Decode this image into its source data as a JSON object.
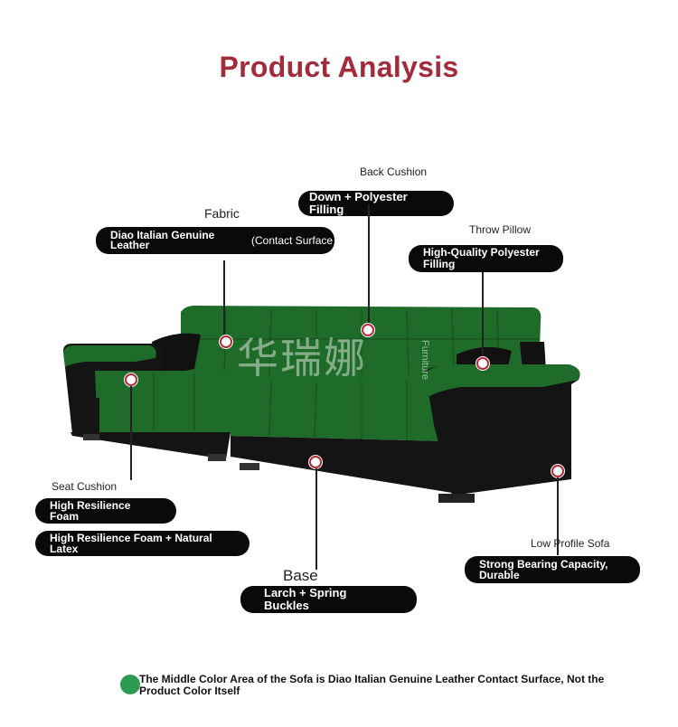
{
  "page": {
    "title": "Product Analysis"
  },
  "brand": {
    "watermark": "华瑞娜",
    "watermark_sub": "Furniture",
    "title_color": "#a32c3c",
    "sofa_color": "#1f6b2a",
    "base_color": "#141414"
  },
  "callouts": {
    "back_cushion": {
      "label": "Back Cushion",
      "value": "Down + Polyester Filling"
    },
    "fabric": {
      "label": "Fabric",
      "value": "Diao Italian Genuine Leather",
      "suffix": "(Contact Surface"
    },
    "throw_pillow": {
      "label": "Throw Pillow",
      "value": "High-Quality Polyester Filling"
    },
    "seat_cushion": {
      "label": "Seat Cushion",
      "options": [
        "High Resilience Foam",
        "High Resilience Foam + Natural Latex"
      ]
    },
    "low_profile": {
      "label": "Low Profile Sofa",
      "value": "Strong Bearing Capacity, Durable"
    },
    "base": {
      "label": "Base",
      "value": "Larch + Spring Buckles"
    }
  },
  "footer": {
    "note": "The Middle Color Area of the Sofa is Diao Italian Genuine Leather Contact Surface, Not the Product Color Itself",
    "dot_color": "#2e9a52"
  }
}
